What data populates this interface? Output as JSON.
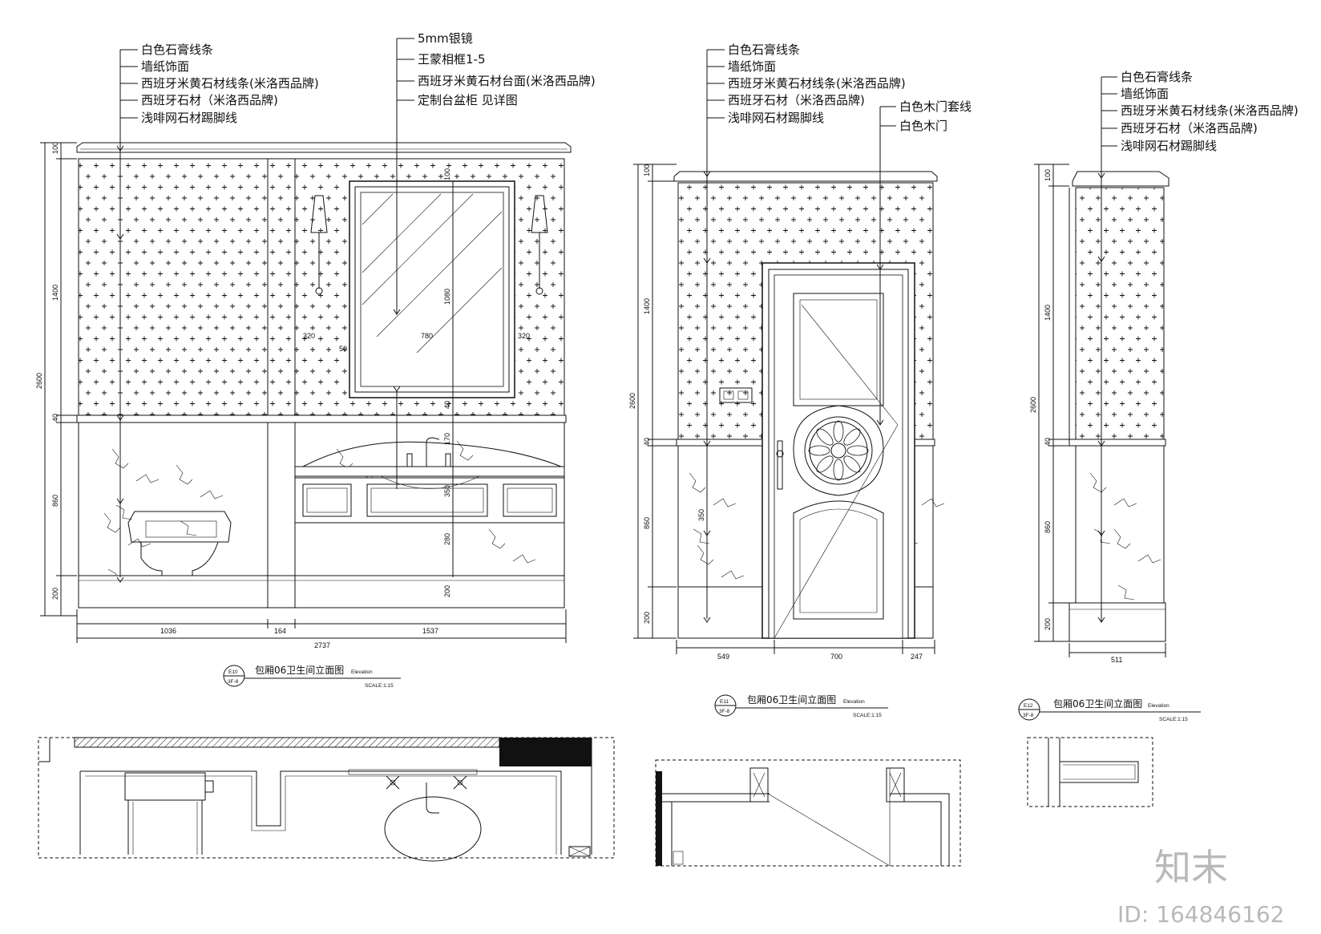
{
  "elevation_1": {
    "callouts_left": [
      "白色石膏线条",
      "墙纸饰面",
      "西班牙米黄石材线条(米洛西品牌)",
      "西班牙石材（米洛西品牌)",
      "浅啡网石材踢脚线"
    ],
    "callouts_right": [
      "5mm银镜",
      "王蒙相框1-5",
      "西班牙米黄石材台面(米洛西品牌)",
      "定制台盆柜 见详图"
    ],
    "dims_vertical": [
      "100",
      "1400",
      "2600",
      "40",
      "860",
      "200"
    ],
    "dims_inner": [
      "320",
      "780",
      "320",
      "50",
      "1080",
      "100",
      "170",
      "350",
      "280",
      "200",
      "40"
    ],
    "dims_bottom": [
      "1036",
      "164",
      "1537"
    ],
    "dim_total": "2737",
    "tag_top": "E10",
    "tag_bottom": "3F-8",
    "title": "包厢06卫生间立面图",
    "subtitle": "Elevation",
    "scale": "SCALE:1:15"
  },
  "elevation_2": {
    "callouts_left": [
      "白色石膏线条",
      "墙纸饰面",
      "西班牙米黄石材线条(米洛西品牌)",
      "西班牙石材（米洛西品牌)",
      "浅啡网石材踢脚线"
    ],
    "callouts_right": [
      "白色木门套线",
      "白色木门"
    ],
    "dims_vertical": [
      "100",
      "1400",
      "2600",
      "40",
      "860",
      "200",
      "350"
    ],
    "dims_bottom": [
      "549",
      "700",
      "247"
    ],
    "tag_top": "E11",
    "tag_bottom": "3F-8",
    "title": "包厢06卫生间立面图",
    "subtitle": "Elevation",
    "scale": "SCALE:1:15"
  },
  "elevation_3": {
    "callouts_left": [
      "白色石膏线条",
      "墙纸饰面",
      "西班牙米黄石材线条(米洛西品牌)",
      "西班牙石材（米洛西品牌)",
      "浅啡网石材踢脚线"
    ],
    "dims_vertical": [
      "100",
      "1400",
      "2600",
      "40",
      "860",
      "200"
    ],
    "dims_bottom": [
      "511"
    ],
    "tag_top": "E12",
    "tag_bottom": "3F-8",
    "title": "包厢06卫生间立面图",
    "subtitle": "Elevation",
    "scale": "SCALE:1:15"
  },
  "watermark": {
    "logo": "知末",
    "id_text": "ID: 164846162"
  }
}
